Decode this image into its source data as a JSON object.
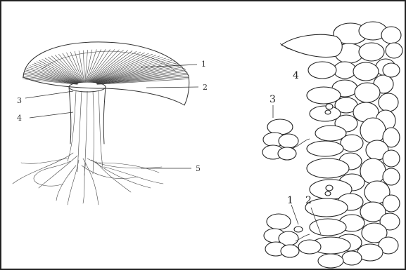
{
  "left_figure": {
    "labels": [
      "1",
      "2",
      "3",
      "4",
      "5"
    ]
  },
  "right_figure": {
    "labels": [
      "4",
      "3",
      "1",
      "2"
    ]
  }
}
